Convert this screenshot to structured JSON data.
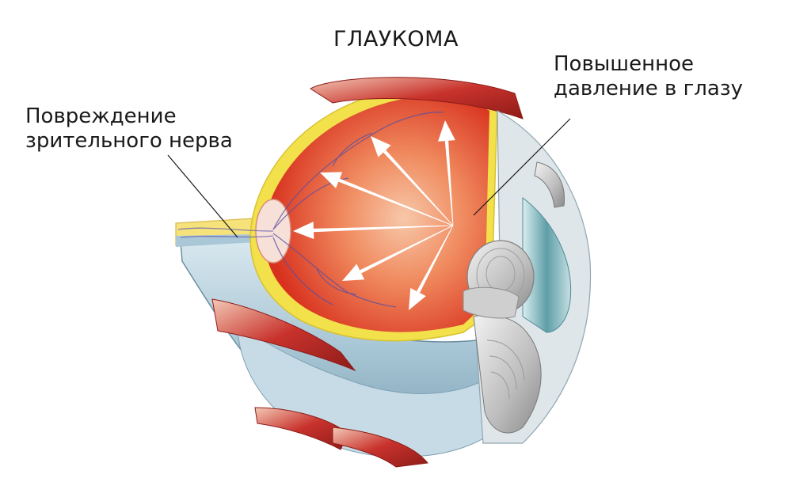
{
  "title": "ГЛАУКОМА",
  "labels": {
    "nerve_damage": [
      "Повреждение",
      "зрительного нерва"
    ],
    "increased_pressure": [
      "Повышенное",
      "давление в глазу"
    ]
  },
  "colors": {
    "retina": "#e8442a",
    "retina_light": "#f7c2a4",
    "yellow_layer": "#f2e14a",
    "sclera": "#a9c7d6",
    "muscle": "#c8322c",
    "iris_teal": "#5f9ea7",
    "lens_gray": "#c9c9c9",
    "arrow": "#ffffff"
  }
}
